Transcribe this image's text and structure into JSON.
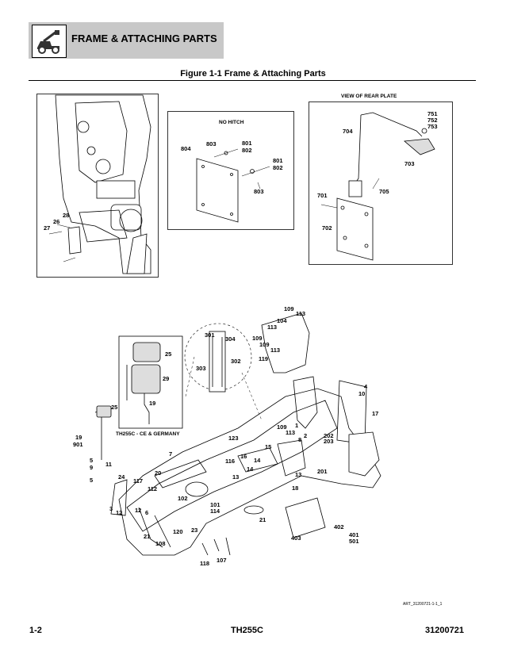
{
  "header": {
    "title": "FRAME & ATTACHING PARTS",
    "icon": "telehandler-icon"
  },
  "figure": {
    "title": "Figure 1-1 Frame & Attaching Parts"
  },
  "insets": {
    "no_hitch": {
      "title": "NO HITCH",
      "callouts": [
        "804",
        "803",
        "801",
        "802",
        "801",
        "802",
        "803"
      ]
    },
    "rear_plate": {
      "title": "VIEW OF REAR PLATE",
      "callouts": [
        "751",
        "752",
        "753",
        "704",
        "703",
        "701",
        "705",
        "702"
      ]
    },
    "left_detail": {
      "callouts": [
        "28",
        "26",
        "27"
      ]
    },
    "mirror_detail": {
      "callouts": [
        "25",
        "29",
        "19",
        "25"
      ],
      "caption": "TH255C - CE & GERMANY"
    },
    "bracket_detail": {
      "callouts": [
        "301",
        "304",
        "302",
        "303"
      ]
    }
  },
  "main_callouts": {
    "c109a": "109",
    "c113a": "113",
    "c104": "104",
    "c113b": "113",
    "c109b": "109",
    "c109c": "109",
    "c113c": "113",
    "c119": "119",
    "c4": "4",
    "c10": "10",
    "c17": "17",
    "c109d": "109",
    "c113d": "113",
    "c1": "1",
    "c2": "2",
    "c8": "8",
    "c202": "202",
    "c203": "203",
    "c123": "123",
    "c15": "15",
    "c16": "16",
    "c14a": "14",
    "c116": "116",
    "c14b": "14",
    "c13a": "13",
    "c13b": "13",
    "c201": "201",
    "c18": "18",
    "c7": "7",
    "c19": "19",
    "c901": "901",
    "c5a": "5",
    "c11": "11",
    "c9": "9",
    "c20": "20",
    "c5b": "5",
    "c24": "24",
    "c117": "117",
    "c112": "112",
    "c102": "102",
    "c101": "101",
    "c114": "114",
    "c3": "3",
    "c12a": "12",
    "c12b": "12",
    "c6": "6",
    "c21a": "21",
    "c21b": "21",
    "c108": "108",
    "c120": "120",
    "c23": "23",
    "c118": "118",
    "c107": "107",
    "c403": "403",
    "c402": "402",
    "c401": "401",
    "c501": "501"
  },
  "art_reference": "ART_31200721-1-1_1",
  "footer": {
    "page": "1-2",
    "model": "TH255C",
    "doc_number": "31200721"
  }
}
